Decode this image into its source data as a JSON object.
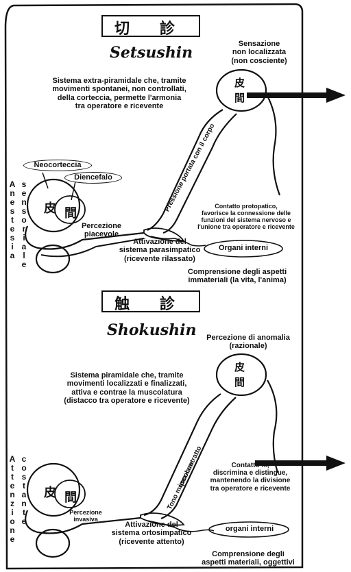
{
  "top": {
    "kanji_title": "切 診",
    "title": "Setsushin",
    "sensation": "Sensazione\nnon localizzata\n(non cosciente)",
    "description": "Sistema extra-piramidale che, tramite\nmovimenti spontanei, non controllati,\ndella corteccia, permette l'armonia\ntra operatore e ricevente",
    "neocortex": "Neocorteccia",
    "diencephalon": "Diencefalo",
    "head_kanji_1": "皮",
    "head_kanji_2": "間",
    "left_vertical_1": "A\nn\ne\ns\nt\ne\ns\ni\na",
    "left_vertical_2": "s\ne\nn\ns\no\nr\ni\na\nl\ne",
    "arm_label": "Pressione portata con il corpo",
    "contact": "Contatto protopatico,\nfavorisce la connessione delle\nfunzioni del sistema nervoso e\nl'unione tra operatore e ricevente",
    "perception": "Percezione\npiacevole",
    "activation": "Attivazione del\nsistema parasimpatico\n(ricevente rilassato)",
    "organs": "Organi interni",
    "comprehension": "Comprensione degli aspetti\nimmateriali (la vita, l'anima)"
  },
  "bottom": {
    "kanji_title": "触 診",
    "title": "Shokushin",
    "perception_anomaly": "Percezione di anomalia\n(razionale)",
    "description": "Sistema piramidale che, tramite\nmovimenti localizzati e finalizzati,\nattiva e contrae la muscolatura\n(distacco tra operatore e ricevente)",
    "head_kanji_1": "皮",
    "head_kanji_2": "間",
    "left_vertical_1": "A\nt\nt\ne\nn\nz\ni\no\nn\ne",
    "left_vertical_2": "c\no\ns\nt\na\nn\nt\ne",
    "arm_label_1": "Tono muscolare",
    "arm_label_2": "iper-contratto",
    "contact": "Contatto ...,\ndiscrimina e distingue,\nmantenendo la divisione\ntra operatore e ricevente",
    "perception": "Percezione\ninvasiva",
    "activation": "Attivazione del\nsistema ortosimpatico\n(ricevente attento)",
    "organs": "organi interni",
    "comprehension": "Comprensione degli\naspetti materiali, oggettivi"
  }
}
